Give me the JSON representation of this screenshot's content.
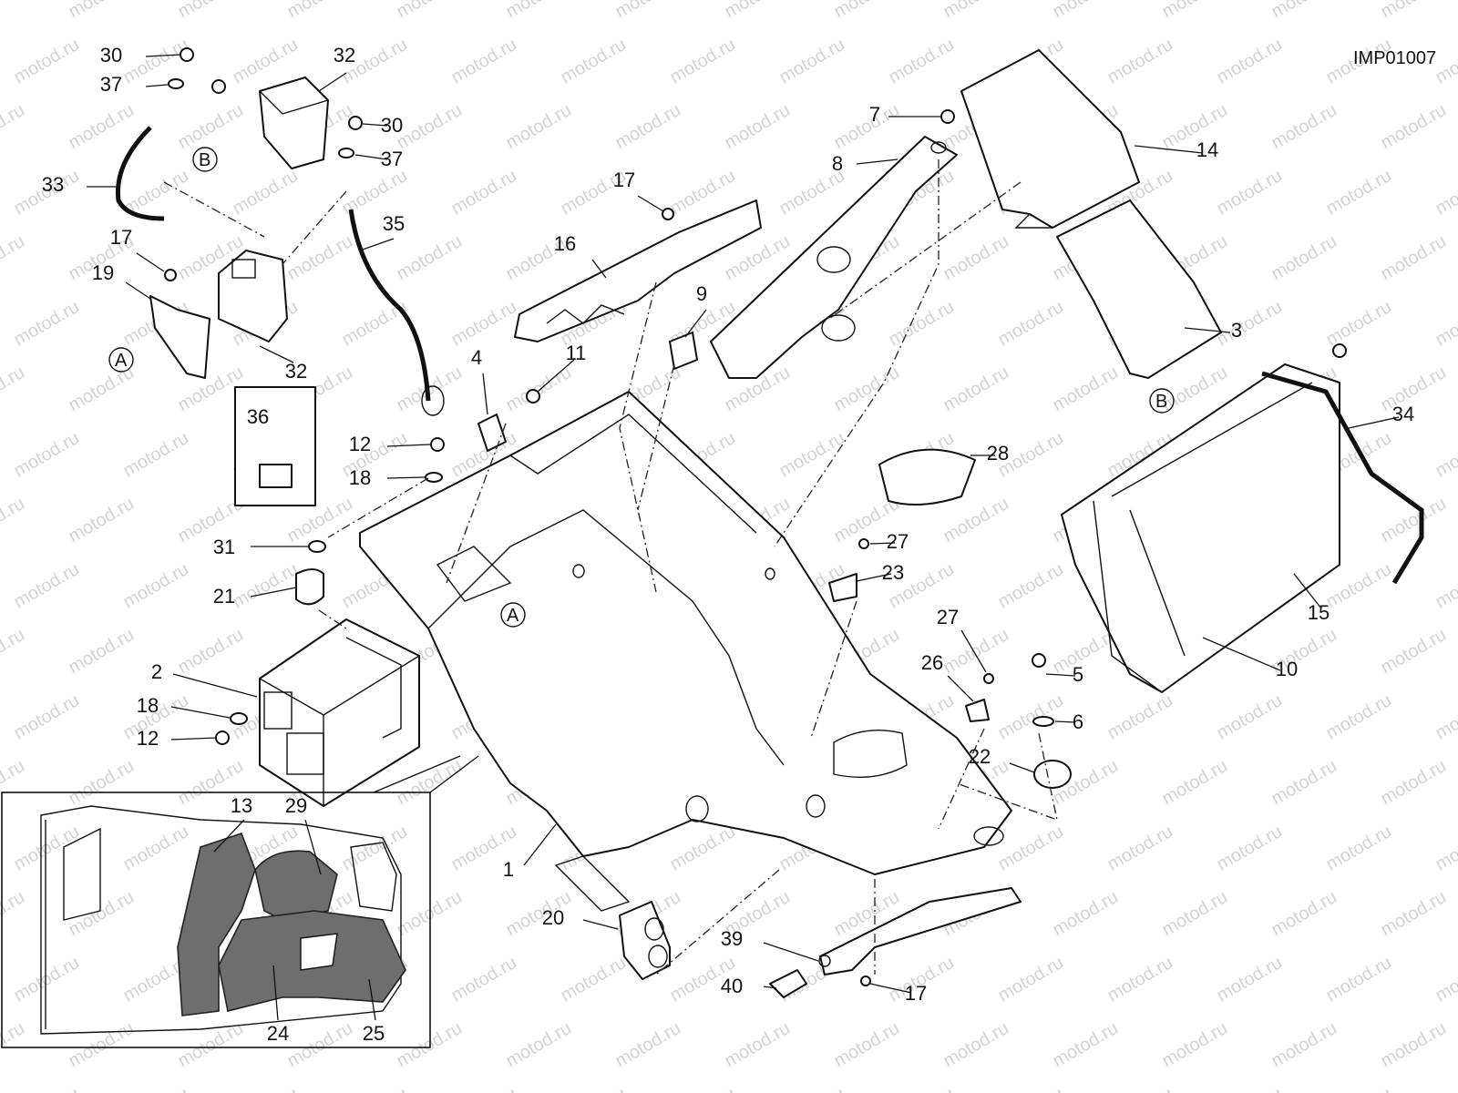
{
  "drawing_code": "IMP01007",
  "watermark": "motod.ru",
  "view_markers": [
    "A",
    "B"
  ],
  "callouts": [
    "1",
    "2",
    "3",
    "4",
    "5",
    "6",
    "7",
    "8",
    "9",
    "10",
    "11",
    "12",
    "13",
    "14",
    "15",
    "16",
    "17",
    "18",
    "19",
    "20",
    "21",
    "22",
    "23",
    "24",
    "25",
    "26",
    "27",
    "28",
    "29",
    "30",
    "31",
    "32",
    "33",
    "34",
    "35",
    "36",
    "37",
    "39",
    "40"
  ],
  "inset_callouts": [
    "13",
    "29",
    "24",
    "25"
  ],
  "colors": {
    "line": "#111111",
    "watermark": "#d3d3d3",
    "shaded_part": "#6e6e6e"
  }
}
